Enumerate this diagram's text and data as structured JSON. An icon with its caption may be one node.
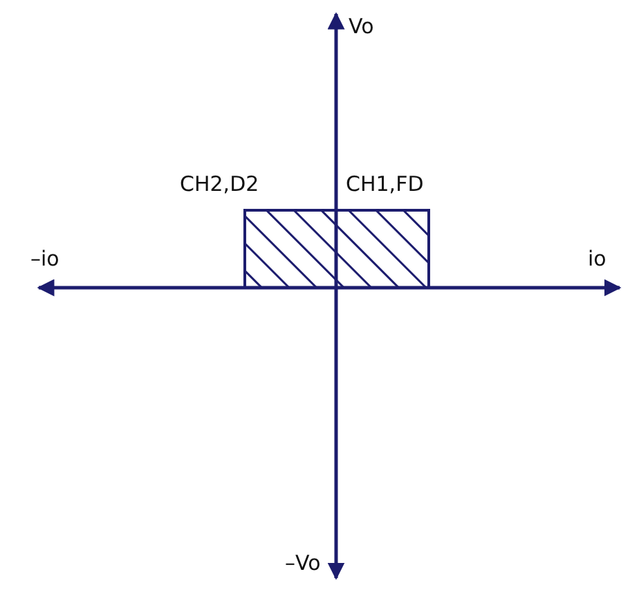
{
  "diagram": {
    "nodes": [
      {
        "text": [],
        "shape": "box"
      }
    ],
    "labels": [
      "Vo",
      "CH2,D2",
      "CH1,FD",
      "–io",
      "io",
      "–Vo"
    ]
  }
}
